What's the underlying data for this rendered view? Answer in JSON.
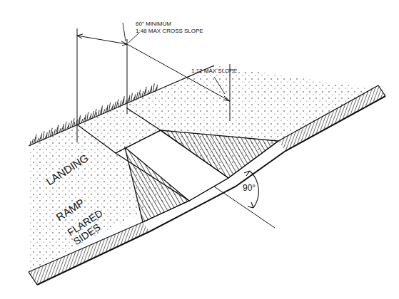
{
  "diagram": {
    "labels": [
      "60\" MINIMUM",
      "1:48 MAX CROSS SLOPE",
      "1:12 MAX SLOPE",
      "LANDING",
      "RAMP",
      "FLARED SIDES",
      "90°"
    ]
  }
}
